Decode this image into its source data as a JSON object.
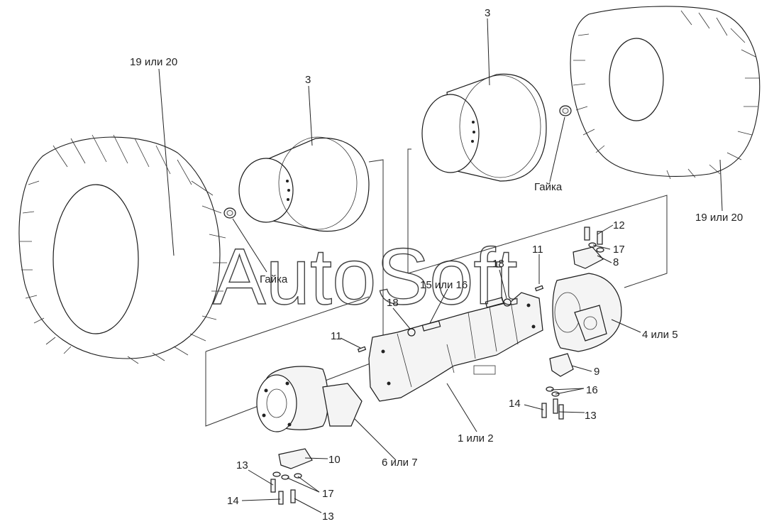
{
  "watermark": "AutoSoft",
  "callouts": {
    "tire_left": "19 или 20",
    "tire_right": "19 или 20",
    "rim_left": "3",
    "rim_right": "3",
    "nut_left": "Гайка",
    "nut_right": "Гайка",
    "housing": "1 или 2",
    "hub_right": "4 или 5",
    "hub_left": "6 или 7",
    "bracket_right": "8",
    "bracket_right_lower": "9",
    "bracket_left": "10",
    "pin_right": "11",
    "pin_left": "11",
    "bolt_top_right": "12",
    "bolt_right_a": "13",
    "bolt_left_a": "13",
    "bolt_left_b": "13",
    "bolt_right_b": "14",
    "bolt_left_c": "14",
    "bolt_15_16": "15 или 16",
    "washers_right_lower": "16",
    "washers_right_upper": "17",
    "washers_left": "17",
    "nut_18_right": "18",
    "nut_18_left": "18"
  }
}
